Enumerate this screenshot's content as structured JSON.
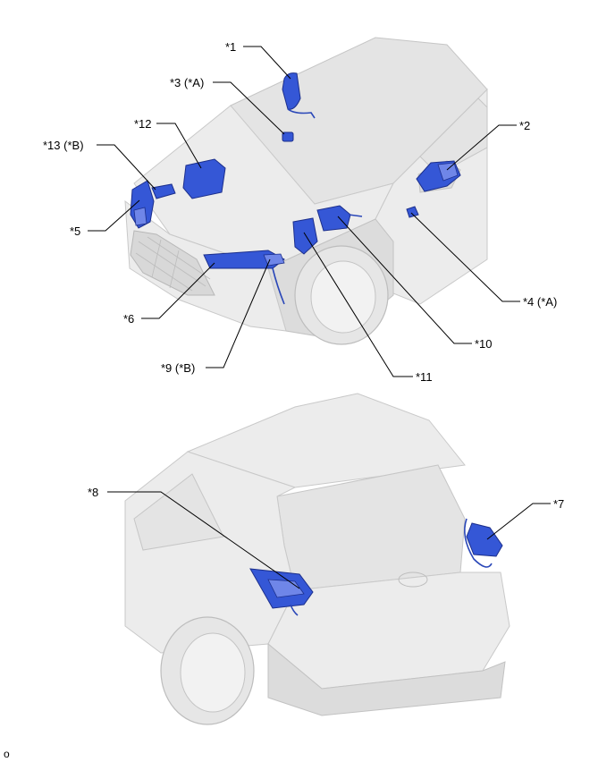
{
  "callouts": {
    "c1": "*1",
    "c2": "*2",
    "c3": "*3 (*A)",
    "c4": "*4 (*A)",
    "c5": "*5",
    "c6": "*6",
    "c7": "*7",
    "c8": "*8",
    "c9": "*9 (*B)",
    "c10": "*10",
    "c11": "*11",
    "c12": "*12",
    "c13": "*13 (*B)"
  },
  "footer": {
    "code": "o"
  },
  "colors": {
    "part": "#3557d6",
    "body": "#ececec",
    "line": "#000000"
  }
}
